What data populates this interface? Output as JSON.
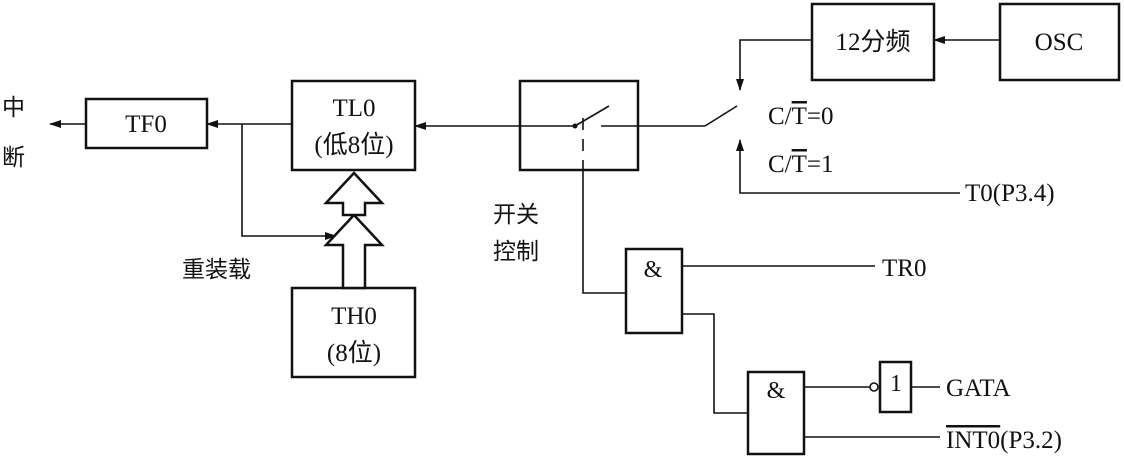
{
  "blocks": {
    "osc": "OSC",
    "divider": "12分频",
    "tf0": "TF0",
    "tl0_line1": "TL0",
    "tl0_line2": "(低8位)",
    "th0_line1": "TH0",
    "th0_line2": "(8位)"
  },
  "labels": {
    "interrupt_char1": "中",
    "interrupt_char2": "断",
    "reload": "重装载",
    "switch_control_line1": "开关",
    "switch_control_line2": "控制"
  },
  "signals": {
    "ct0_prefix": "C/",
    "ct0_bar": "T",
    "ct0_suffix": "=0",
    "ct1_prefix": "C/",
    "ct1_bar": "T",
    "ct1_suffix": "=1",
    "t0_pin": "T0(P3.4)",
    "tr0": "TR0",
    "gata": "GATA",
    "int0_bar": "INT0",
    "int0_pin": "(P3.2)"
  },
  "gates": {
    "and1": "&",
    "and2": "&",
    "not1": "1"
  }
}
